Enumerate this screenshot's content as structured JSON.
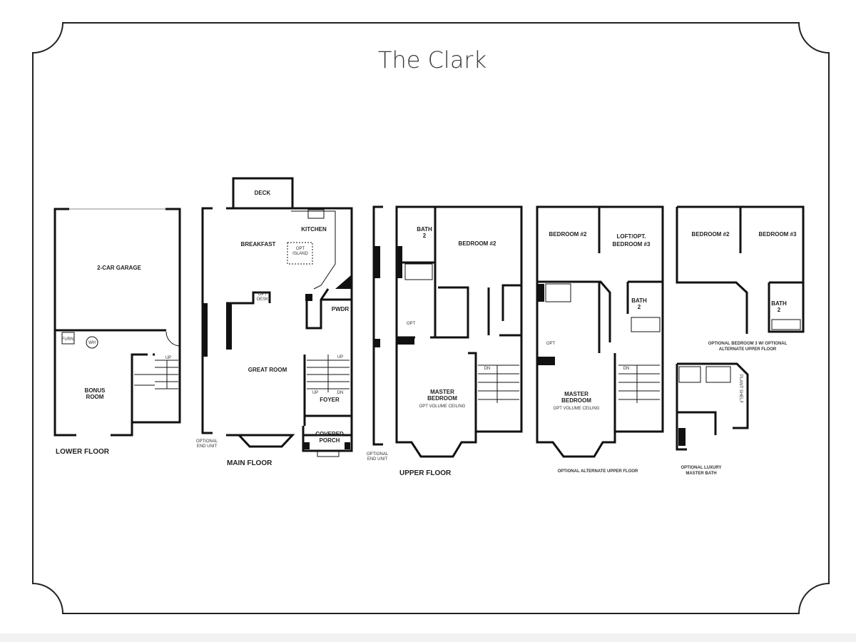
{
  "title": "The Clark",
  "lower_floor": {
    "caption": "LOWER FLOOR",
    "garage": "2-CAR GARAGE",
    "bonus_1": "BONUS",
    "bonus_2": "ROOM",
    "furn": "FURN",
    "wh": "WH",
    "up": "UP"
  },
  "main_floor": {
    "caption": "MAIN FLOOR",
    "deck": "DECK",
    "kitchen": "KITCHEN",
    "breakfast": "BREAKFAST",
    "opt_island_1": "OPT",
    "opt_island_2": "ISLAND",
    "opt_desk_1": "OPT",
    "opt_desk_2": "DESK",
    "great_room": "GREAT ROOM",
    "pwdr": "PWDR",
    "foyer": "FOYER",
    "porch_1": "COVERED",
    "porch_2": "PORCH",
    "up": "UP",
    "dn": "DN",
    "end_unit_1": "OPTIONAL",
    "end_unit_2": "END UNIT"
  },
  "upper_floor": {
    "caption": "UPPER FLOOR",
    "bath_1": "BATH",
    "bath_2": "2",
    "bedroom2": "BEDROOM #2",
    "master_1": "MASTER",
    "master_2": "BEDROOM",
    "volume": "OPT VOLUME CEILING",
    "opt": "OPT",
    "dn": "DN",
    "end_unit_1": "OPTIONAL",
    "end_unit_2": "END UNIT"
  },
  "alt_upper_floor": {
    "caption": "OPTIONAL ALTERNATE UPPER FLOOR",
    "bedroom2": "BEDROOM #2",
    "loft_1": "LOFT/OPT.",
    "loft_2": "BEDROOM #3",
    "bath_1": "BATH",
    "bath_2": "2",
    "master_1": "MASTER",
    "master_2": "BEDROOM",
    "volume": "OPT VOLUME CEILING",
    "opt": "OPT",
    "dn": "DN"
  },
  "opt_bedroom3": {
    "caption_1": "OPTIONAL BEDROOM 3 W/ OPTIONAL",
    "caption_2": "ALTERNATE UPPER FLOOR",
    "bedroom2": "BEDROOM #2",
    "bedroom3": "BEDROOM #3",
    "bath_1": "BATH",
    "bath_2": "2"
  },
  "luxury_bath": {
    "caption_1": "OPTIONAL LUXURY",
    "caption_2": "MASTER BATH",
    "plant_shelf": "PLANT SHELF"
  }
}
